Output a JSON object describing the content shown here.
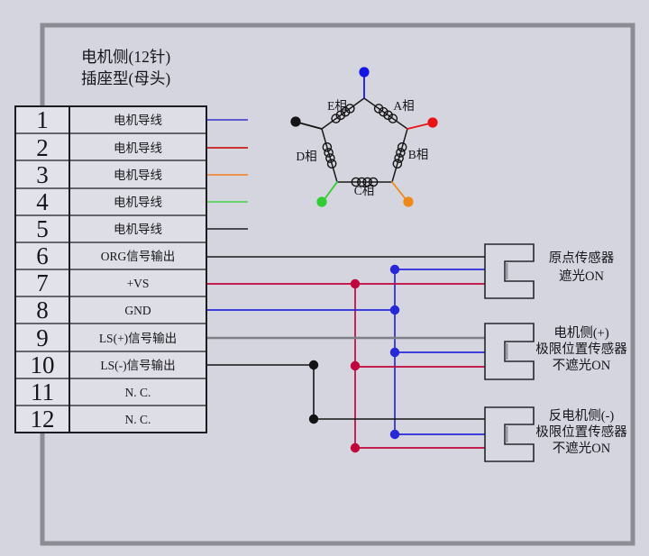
{
  "title": {
    "line1": "电机侧(12针)",
    "line2": "插座型(母头)"
  },
  "pin_table": {
    "rows": [
      {
        "pin": "1",
        "label": "电机导线"
      },
      {
        "pin": "2",
        "label": "电机导线"
      },
      {
        "pin": "3",
        "label": "电机导线"
      },
      {
        "pin": "4",
        "label": "电机导线"
      },
      {
        "pin": "5",
        "label": "电机导线"
      },
      {
        "pin": "6",
        "label": "ORG信号输出"
      },
      {
        "pin": "7",
        "label": "+VS"
      },
      {
        "pin": "8",
        "label": "GND"
      },
      {
        "pin": "9",
        "label": "LS(+)信号输出"
      },
      {
        "pin": "10",
        "label": "LS(-)信号输出"
      },
      {
        "pin": "11",
        "label": "N. C."
      },
      {
        "pin": "12",
        "label": "N. C."
      }
    ]
  },
  "motor_phases": {
    "a": "A相",
    "b": "B相",
    "c": "C相",
    "d": "D相",
    "e": "E相"
  },
  "sensors": {
    "origin": {
      "line1": "原点传感器",
      "line2": "遮光ON"
    },
    "motor_side_limit": {
      "line1": "电机侧(+)",
      "line2": "极限位置传感器",
      "line3": "不遮光ON"
    },
    "anti_motor_side_limit": {
      "line1": "反电机侧(-)",
      "line2": "极限位置传感器",
      "line3": "不遮光ON"
    }
  },
  "wire_colors": {
    "pin1_blue": "#5c5cd0",
    "pin2_red": "#cc3434",
    "pin3_orange": "#e8924e",
    "pin4_green": "#66d466",
    "pin5_black": "#4a4a52",
    "org_black": "#1a1a1a",
    "vs_red": "#c0063c",
    "gnd_blue": "#2828d8",
    "ls_plus_gray": "#7e7e86",
    "ls_minus_black": "#141414",
    "motor_blue": "#1414e8",
    "motor_red": "#e81414",
    "motor_orange": "#ee8818",
    "motor_green": "#33cc33",
    "motor_black": "#141414",
    "frame_gray": "#8c8c94"
  }
}
